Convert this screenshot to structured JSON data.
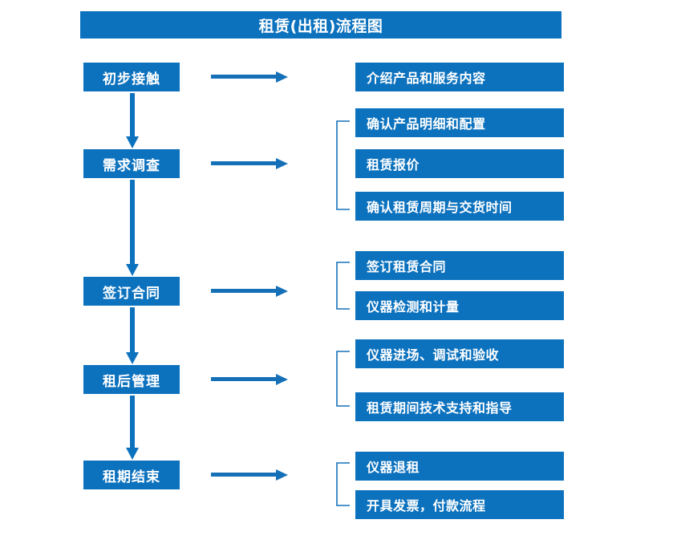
{
  "diagram": {
    "title": "租赁(出租)流程图",
    "colors": {
      "primary_blue": "#0D72BE",
      "background": "#FFFFFF",
      "text_on_blue": "#FFFFFF"
    },
    "stages": [
      {
        "label": "初步接触"
      },
      {
        "label": "需求调查"
      },
      {
        "label": "签订合同"
      },
      {
        "label": "租后管理"
      },
      {
        "label": "租期结束"
      }
    ],
    "details": [
      {
        "label": "介绍产品和服务内容"
      },
      {
        "label": "确认产品明细和配置"
      },
      {
        "label": "租赁报价"
      },
      {
        "label": "确认租赁周期与交货时间"
      },
      {
        "label": "签订租赁合同"
      },
      {
        "label": "仪器检测和计量"
      },
      {
        "label": "仪器进场、调试和验收"
      },
      {
        "label": "租赁期间技术支持和指导"
      },
      {
        "label": "仪器退租"
      },
      {
        "label": "开具发票，付款流程"
      }
    ],
    "groups": [
      {
        "stage": "初步接触",
        "items": [
          "介绍产品和服务内容"
        ],
        "bracketed": false
      },
      {
        "stage": "需求调查",
        "items": [
          "确认产品明细和配置",
          "租赁报价",
          "确认租赁周期与交货时间"
        ],
        "bracketed": true
      },
      {
        "stage": "签订合同",
        "items": [
          "签订租赁合同",
          "仪器检测和计量"
        ],
        "bracketed": true
      },
      {
        "stage": "租后管理",
        "items": [
          "仪器进场、调试和验收",
          "租赁期间技术支持和指导"
        ],
        "bracketed": true
      },
      {
        "stage": "租期结束",
        "items": [
          "仪器退租",
          "开具发票，付款流程"
        ],
        "bracketed": true
      }
    ],
    "flow_sequence": [
      "初步接触",
      "需求调查",
      "签订合同",
      "租后管理",
      "租期结束"
    ]
  }
}
